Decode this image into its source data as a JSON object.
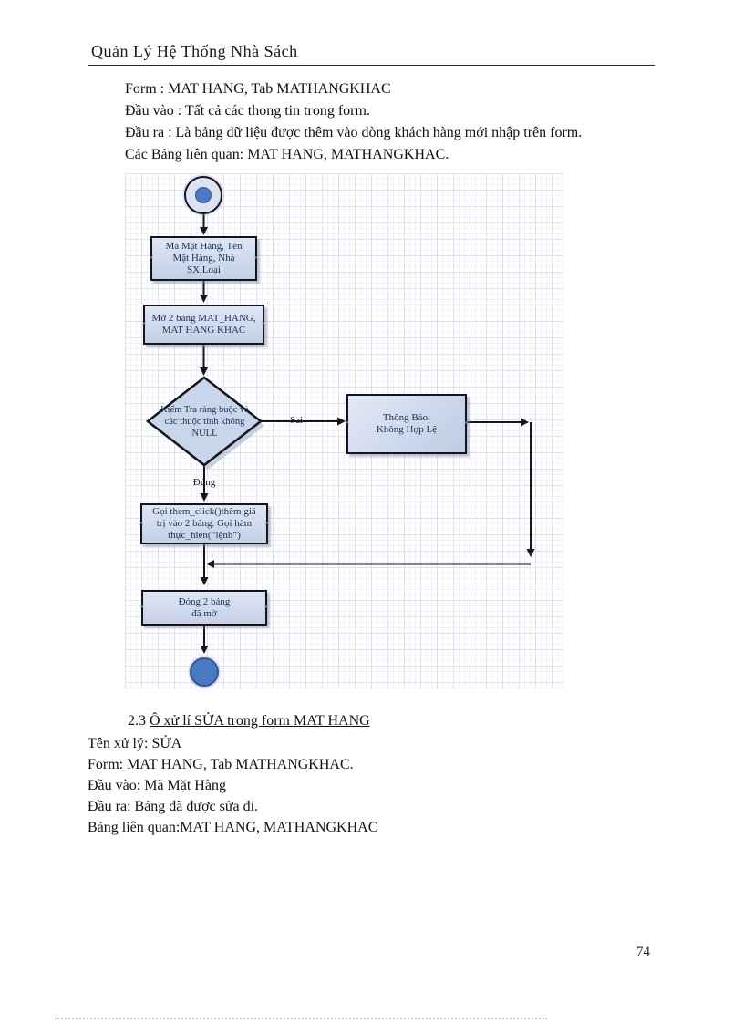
{
  "header": {
    "title": "Quản Lý Hệ Thống Nhà Sách"
  },
  "intro": {
    "lines": [
      "Form : MAT  HANG,  Tab  MATHANGKHAC",
      "Đầu vào : Tất cả các thong tin trong form.",
      "Đầu ra : Là bảng dữ liệu được thêm vào dòng khách hàng mới nhập trên form.",
      "Các Bảng liên quan:  MAT  HANG,  MATHANGKHAC."
    ]
  },
  "flowchart": {
    "nodes": {
      "input": {
        "lines": [
          "Mã Mặt Hàng, Tên",
          "Mặt Hàng, Nhà",
          "SX,Loại"
        ]
      },
      "open": {
        "lines": [
          "Mở 2 bảng MAT_HANG,",
          "MAT HANG KHAC"
        ]
      },
      "decision": {
        "lines": [
          "Kiểm Tra ràng buộc và",
          "các thuộc tính không",
          "NULL"
        ]
      },
      "error": {
        "lines": [
          "Thông Báo:",
          "Không Hợp Lệ"
        ]
      },
      "call": {
        "lines": [
          "Gọi them_click()thêm giá",
          "trị vào 2 bảng. Gọi hàm",
          "thực_hien(“lệnh”)"
        ]
      },
      "close": {
        "lines": [
          "Đóng 2 bảng",
          "đã mở"
        ]
      }
    },
    "edge_labels": {
      "false_branch": "Sai",
      "true_branch": "Đúng"
    },
    "colors": {
      "shape_fill": "#c9d5ea",
      "shape_border": "#14141f",
      "node_blue": "#4b7ac2",
      "text": "#1d2f57"
    }
  },
  "section": {
    "number": "2.3",
    "title": "Ô xử lí SỬA trong form MAT  HANG ",
    "lines": [
      "Tên xử lý: SỬA",
      "Form: MAT  HANG,  Tab  MATHANGKHAC.",
      "Đầu vào: Mã Mặt Hàng",
      "Đầu ra: Bảng đã được sửa đi.",
      "Bảng  liên quan:MAT   HANG,  MATHANGKHAC"
    ]
  },
  "footer": {
    "page_number": "74"
  }
}
